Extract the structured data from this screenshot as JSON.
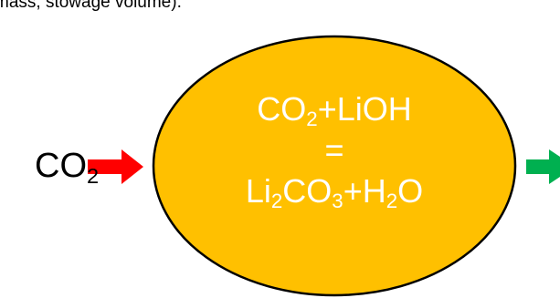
{
  "header": {
    "text": "mass, stowage volume)."
  },
  "input": {
    "base": "CO",
    "sub": "2"
  },
  "reaction": {
    "line1": {
      "a": "CO",
      "a_sub": "2",
      "b": "+LiOH"
    },
    "line2": "=",
    "line3": {
      "a": "Li",
      "a_sub": "2",
      "b": "CO",
      "b_sub": "3",
      "c": "+H",
      "c_sub": "2",
      "d": "O"
    }
  },
  "colors": {
    "circle_fill": "#FFC000",
    "circle_stroke": "#000000",
    "input_arrow": "#FF0000",
    "output_arrow": "#00B050",
    "equation_text": "#FFFFFF"
  }
}
